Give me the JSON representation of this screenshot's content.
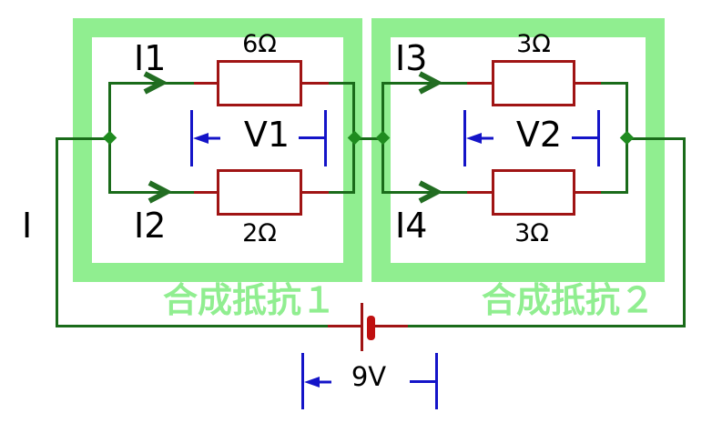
{
  "diagram": {
    "type": "electric-circuit",
    "description": "Two highlighted parallel-resistor groups in series across a battery",
    "battery": {
      "voltage_label": "9V"
    },
    "total_current_label": "I",
    "group1": {
      "caption": "合成抵抗１",
      "voltage_label": "V1",
      "branch_top": {
        "current_label": "I1",
        "resistor_label": "6Ω"
      },
      "branch_bottom": {
        "current_label": "I2",
        "resistor_label": "2Ω"
      }
    },
    "group2": {
      "caption": "合成抵抗２",
      "voltage_label": "V2",
      "branch_top": {
        "current_label": "I3",
        "resistor_label": "3Ω"
      },
      "branch_bottom": {
        "current_label": "I4",
        "resistor_label": "3Ω"
      }
    },
    "colors": {
      "highlight_green": "#90EE90",
      "wire_green": "#1a6b1a",
      "node_green": "#1f8b1f",
      "component_red": "#a01414",
      "battery_plate_red": "#c01010",
      "annotation_blue": "#1414c8",
      "text_black": "#000000",
      "background": "#ffffff"
    }
  }
}
